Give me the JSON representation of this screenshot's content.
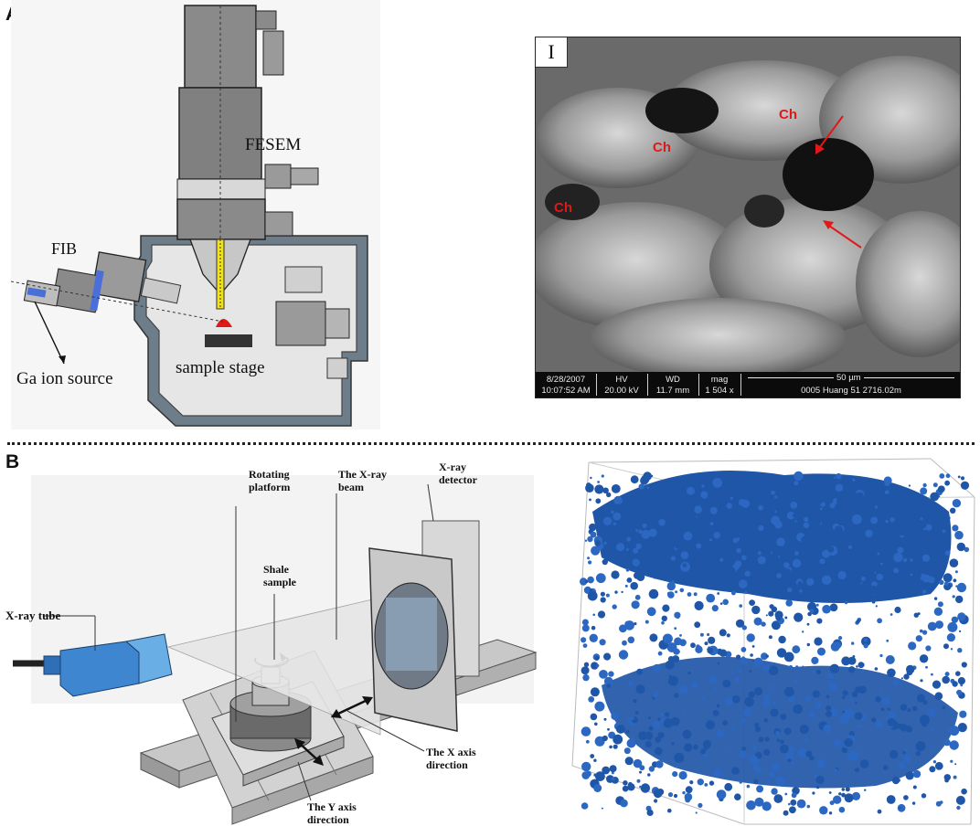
{
  "panels": {
    "a_letter": "A",
    "b_letter": "B"
  },
  "panel_a": {
    "fesem_label": "FESEM",
    "fib_label": "FIB",
    "ga_label": "Ga ion source",
    "stage_label": "sample stage"
  },
  "sem": {
    "roman": "I",
    "tags": [
      "Ch",
      "Ch",
      "Ch"
    ],
    "footer": {
      "date": "8/28/2007",
      "time": "10:07:52 AM",
      "hv_label": "HV",
      "hv_value": "20.00 kV",
      "wd_label": "WD",
      "wd_value": "11.7 mm",
      "mag_label": "mag",
      "mag_value": "1 504 x",
      "scale": "50 µm",
      "info": "0005   Huang   51   2716.02m"
    }
  },
  "panel_b": {
    "rotating": [
      "Rotating",
      "platform"
    ],
    "beam": [
      "The X-ray",
      "beam"
    ],
    "detector": [
      "X-ray",
      "detector"
    ],
    "sample": [
      "Shale",
      "sample"
    ],
    "tube": "X-ray tube",
    "xaxis": [
      "The X axis",
      "direction"
    ],
    "yaxis": [
      "The Y axis",
      "direction"
    ]
  },
  "colors": {
    "sem_bg": "#5a5a5a",
    "blob_blue": "#1f56a8",
    "yellow_beam": "#f2e21c",
    "sample_red": "#e01818",
    "fib_blue": "#4a6fd8",
    "tube_blue": "#4a95d8"
  }
}
